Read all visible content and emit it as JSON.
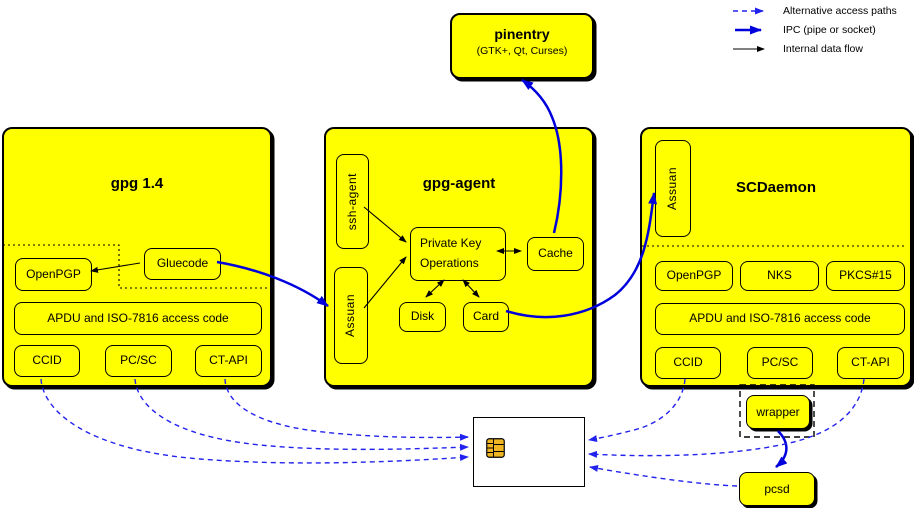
{
  "legend": {
    "items": [
      {
        "label": "Alternative access paths",
        "style": "dashed-blue-thin"
      },
      {
        "label": "IPC (pipe or socket)",
        "style": "solid-blue-thick"
      },
      {
        "label": "Internal data flow",
        "style": "solid-black-thin"
      }
    ]
  },
  "pinentry": {
    "title": "pinentry",
    "subtitle": "(GTK+, Qt, Curses)"
  },
  "gpg14": {
    "title": "gpg 1.4",
    "openpgp": "OpenPGP",
    "gluecode": "Gluecode",
    "apdu": "APDU and ISO-7816 access code",
    "ccid": "CCID",
    "pcsc": "PC/SC",
    "ctapi": "CT-API"
  },
  "gpg_agent": {
    "title": "gpg-agent",
    "ssh_agent": "ssh-agent",
    "assuan": "Assuan",
    "pko_line1": "Private Key",
    "pko_line2": "Operations",
    "cache": "Cache",
    "disk": "Disk",
    "card": "Card"
  },
  "scdaemon": {
    "title": "SCDaemon",
    "assuan": "Assuan",
    "openpgp": "OpenPGP",
    "nks": "NKS",
    "pkcs15": "PKCS#15",
    "apdu": "APDU and ISO-7816 access code",
    "ccid": "CCID",
    "pcsc": "PC/SC",
    "ctapi": "CT-API"
  },
  "external": {
    "wrapper": "wrapper",
    "pcsd": "pcsd"
  },
  "smartcard": {
    "chip_icon": "smartcard-chip"
  },
  "colors": {
    "box_fill": "#ffff00",
    "ipc_blue": "#0000dd",
    "dashed_blue": "#2222ee",
    "line_black": "#000000",
    "chip_gold": "#eeb422"
  }
}
